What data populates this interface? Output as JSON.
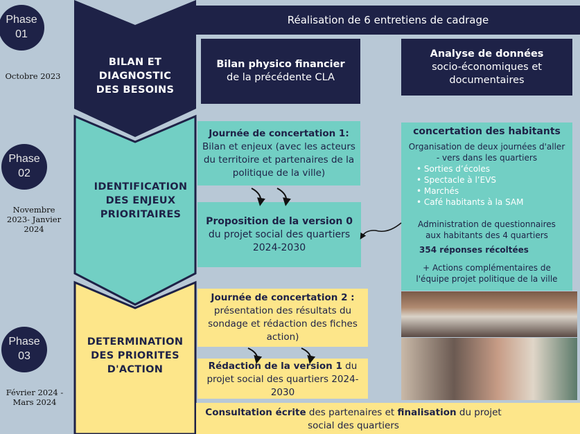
{
  "phases": [
    {
      "label": "Phase",
      "num": "01",
      "date": "Octobre 2023",
      "title": "BILAN ET DIAGNOSTIC DES BESOINS"
    },
    {
      "label": "Phase",
      "num": "02",
      "date": "Novembre 2023- Janvier 2024",
      "title": "IDENTIFICATION DES ENJEUX PRIORITAIRES"
    },
    {
      "label": "Phase",
      "num": "03",
      "date": "Février 2024 - Mars 2024",
      "title": "DETERMINATION DES PRIORITES D'ACTION"
    }
  ],
  "phase1": {
    "banner": "Réalisation de 6 entretiens de cadrage",
    "bilan_bold": "Bilan physico financier",
    "bilan_rest": "de la précédente CLA",
    "analyse_bold": "Analyse de données",
    "analyse_rest": "socio-économiques et documentaires"
  },
  "phase2": {
    "journee1_bold": "Journée de concertation 1:",
    "journee1_rest": "Bilan et enjeux (avec les acteurs du territoire et partenaires de la politique de la ville)",
    "proposition_bold": "Proposition  de la version 0",
    "proposition_rest": "du projet social des quartiers 2024-2030",
    "habitants": {
      "title": "concertation des habitants",
      "intro": "Organisation de deux journées d'aller - vers dans les quartiers",
      "items": [
        "Sorties d’écoles",
        "Spectacle à l’EVS",
        "Marchés",
        "Café habitants à la SAM"
      ],
      "questionnaires": "Administration de questionnaires aux habitants des 4 quartiers",
      "responses": "354 réponses récoltées",
      "actions": "+ Actions complémentaires de l'équipe projet politique de la ville"
    }
  },
  "phase3": {
    "journee2_bold": "Journée de concertation 2 :",
    "journee2_rest": "présentation des résultats du sondage et rédaction des fiches action)",
    "redaction_bold": "Rédaction de la version 1",
    "redaction_rest": " du projet social des quartiers 2024-2030",
    "consult_bold1": "Consultation écrite",
    "consult_mid": " des partenaires et ",
    "consult_bold2": "finalisation",
    "consult_rest": " du projet social des quartiers"
  },
  "colors": {
    "navy": "#1e2247",
    "teal": "#72cfc4",
    "yellow": "#fde68a",
    "bg": "#b8c8d6"
  }
}
